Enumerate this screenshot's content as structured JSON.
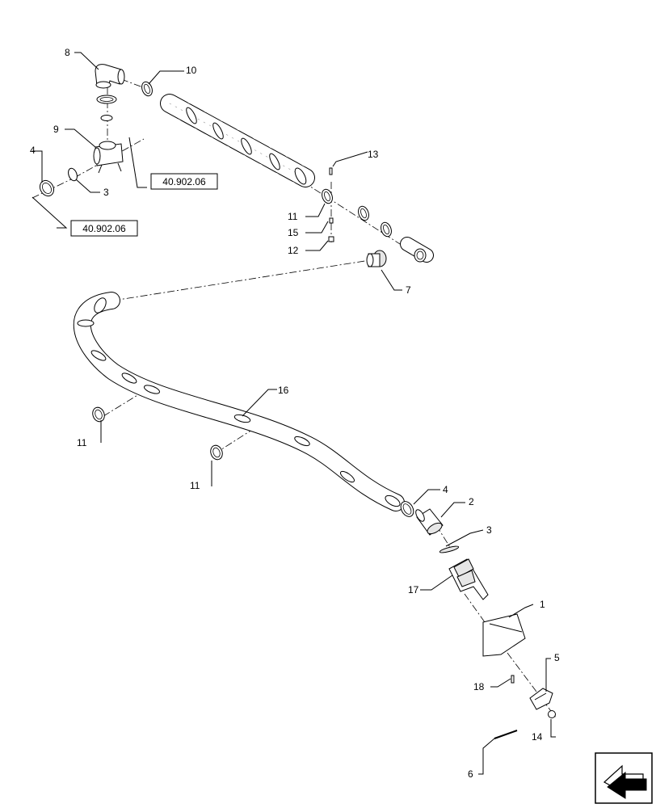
{
  "callouts": {
    "c1": "1",
    "c2": "2",
    "c3a": "3",
    "c3b": "3",
    "c4a": "4",
    "c4b": "4",
    "c5": "5",
    "c6": "6",
    "c7": "7",
    "c8": "8",
    "c9": "9",
    "c10": "10",
    "c11a": "11",
    "c11b": "11",
    "c11c": "11",
    "c12": "12",
    "c13": "13",
    "c14": "14",
    "c15": "15",
    "c16": "16",
    "c17": "17",
    "c18": "18"
  },
  "references": {
    "ref_upper": "40.902.06",
    "ref_lower": "40.902.06"
  },
  "icons": {
    "nav": "page-turn-arrow-icon"
  }
}
